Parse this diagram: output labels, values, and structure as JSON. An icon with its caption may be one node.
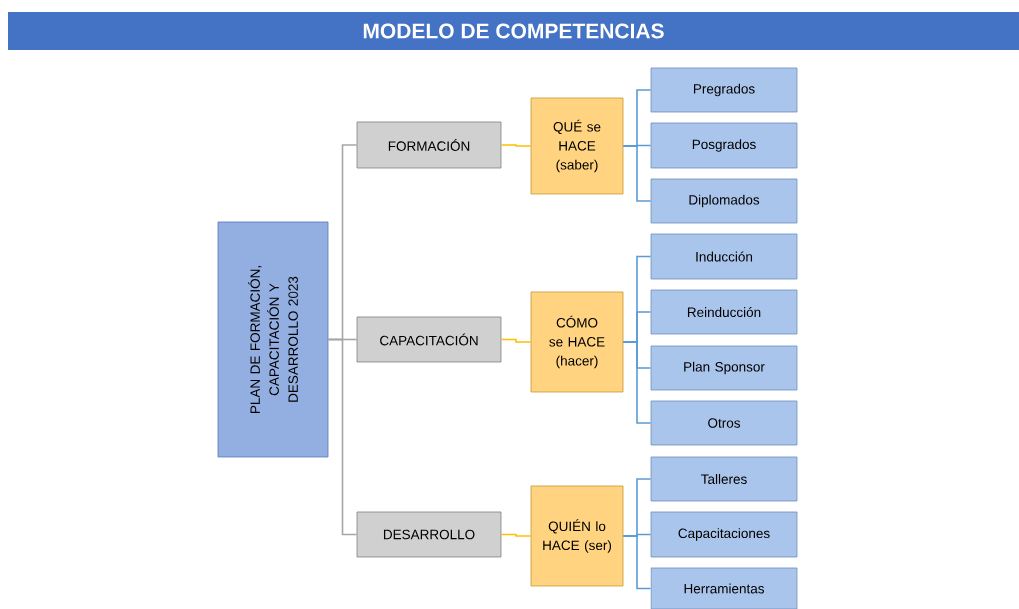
{
  "diagram": {
    "title": "MODELO DE COMPETENCIAS",
    "nodes": [
      {
        "text": [
          "PLAN DE FORMACIÓN, CAPACITACIÓN Y DESARROLLO 2023"
        ]
      },
      {
        "text": [
          "FORMACIÓN"
        ]
      },
      {
        "text": [
          "CAPACITACIÓN"
        ]
      },
      {
        "text": [
          "DESARROLLO"
        ]
      },
      {
        "text": [
          "QUÉ se HACE (saber)"
        ]
      },
      {
        "text": [
          "CÓMO se HACE (hacer)"
        ]
      },
      {
        "text": [
          "QUIÉN lo HACE (ser)"
        ]
      },
      {
        "text": [
          "Pregrados"
        ]
      },
      {
        "text": [
          "Posgrados"
        ]
      },
      {
        "text": [
          "Diplomados"
        ]
      },
      {
        "text": [
          "Inducción"
        ]
      },
      {
        "text": [
          "Reinducción"
        ]
      },
      {
        "text": [
          "Plan Sponsor"
        ]
      },
      {
        "text": [
          "Otros"
        ]
      },
      {
        "text": [
          "Talleres"
        ]
      },
      {
        "text": [
          "Capacitaciones"
        ]
      },
      {
        "text": [
          "Herramientas"
        ]
      }
    ],
    "edges": [
      {
        "from": 0,
        "to": 1,
        "arrow": "none",
        "color": "#a6a6a6"
      },
      {
        "from": 0,
        "to": 2,
        "arrow": "none",
        "color": "#a6a6a6"
      },
      {
        "from": 0,
        "to": 3,
        "arrow": "none",
        "color": "#a6a6a6"
      },
      {
        "from": 1,
        "to": 4,
        "arrow": "none",
        "color": "#ffc000"
      },
      {
        "from": 2,
        "to": 5,
        "arrow": "none",
        "color": "#ffc000"
      },
      {
        "from": 3,
        "to": 6,
        "arrow": "none",
        "color": "#ffc000"
      },
      {
        "from": 4,
        "to": 7,
        "arrow": "none"
      },
      {
        "from": 4,
        "to": 8,
        "arrow": "none"
      },
      {
        "from": 4,
        "to": 9,
        "arrow": "none"
      },
      {
        "from": 5,
        "to": 10,
        "arrow": "none"
      },
      {
        "from": 5,
        "to": 11,
        "arrow": "none"
      },
      {
        "from": 5,
        "to": 12,
        "arrow": "none"
      },
      {
        "from": 5,
        "to": 13,
        "arrow": "none"
      },
      {
        "from": 6,
        "to": 14,
        "arrow": "none"
      },
      {
        "from": 6,
        "to": 15,
        "arrow": "none"
      },
      {
        "from": 6,
        "to": 16,
        "arrow": "none"
      }
    ]
  }
}
